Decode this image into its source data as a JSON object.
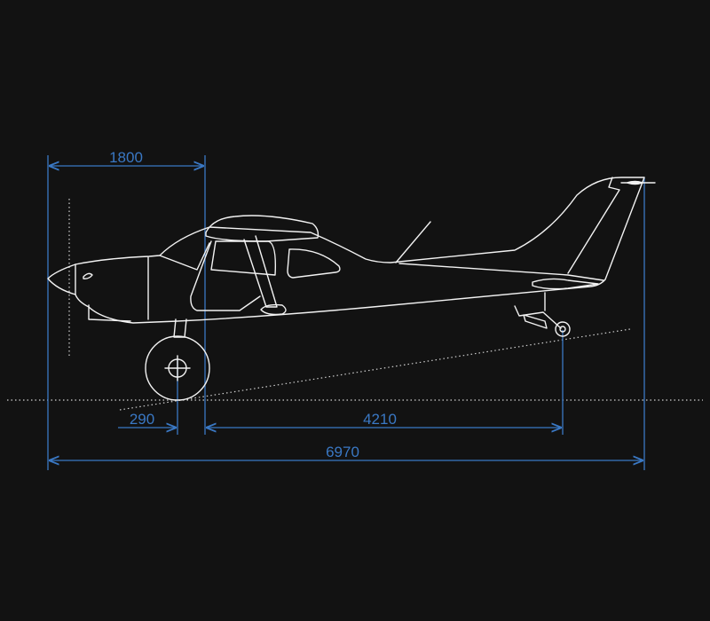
{
  "title": "Aircraft side view dimensions",
  "colors": {
    "background": "#121212",
    "dimension": "#3a78c4",
    "outline": "#f2f2f2"
  },
  "dimensions": {
    "nose_to_datum": "1800",
    "main_wheel_offset": "290",
    "wheelbase": "4210",
    "overall_length": "6970"
  }
}
